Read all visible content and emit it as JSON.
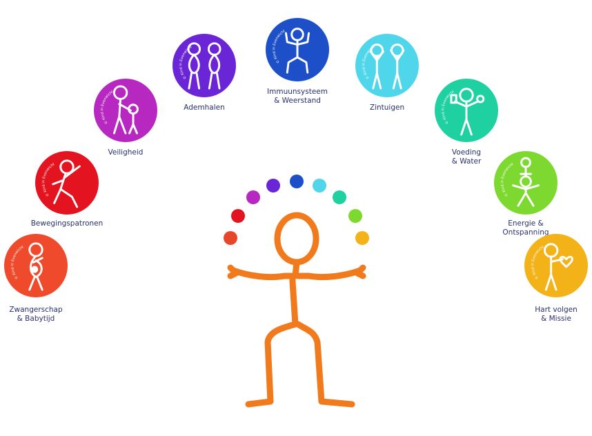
{
  "topics": [
    {
      "label": "Zwangerschap\n& Babytijd",
      "color": "#ee4a2b",
      "copyright": "© Kind in Evenwicht",
      "icon": "pregnant-figure-icon"
    },
    {
      "label": "Bewegingspatronen",
      "color": "#e3141f",
      "copyright": "© Kind in Evenwicht",
      "icon": "moving-figure-icon"
    },
    {
      "label": "Veiligheid",
      "color": "#b728c0",
      "copyright": "© Kind in Evenwicht",
      "icon": "parent-child-icon"
    },
    {
      "label": "Ademhalen",
      "color": "#6a25d6",
      "copyright": "© Kind in Evenwicht",
      "icon": "breathing-figures-icon"
    },
    {
      "label": "Immuunsysteem\n& Weerstand",
      "color": "#1d50c8",
      "copyright": "© Kind in Evenwicht",
      "icon": "strong-figure-icon"
    },
    {
      "label": "Zintuigen",
      "color": "#4fd6ea",
      "copyright": "© Kind in Evenwicht",
      "icon": "senses-figures-icon"
    },
    {
      "label": "Voeding\n& Water",
      "color": "#1fd0a1",
      "copyright": "© Kind in Evenwicht",
      "icon": "eating-figure-icon"
    },
    {
      "label": "Energie &\nOntspanning",
      "color": "#7dd930",
      "copyright": "© Kind in Evenwicht",
      "icon": "stacked-figures-icon"
    },
    {
      "label": "Hart volgen\n& Missie",
      "color": "#f3b318",
      "copyright": "© Kind in Evenwicht",
      "icon": "heart-figure-icon"
    }
  ],
  "balls": [
    "#e8462a",
    "#e3141f",
    "#b728c0",
    "#6a25d6",
    "#1d50c8",
    "#4fd6ea",
    "#1fd0a1",
    "#7dd930",
    "#f3b318"
  ],
  "juggler": {
    "color": "#f07a1c",
    "icon": "juggler-figure-icon"
  }
}
